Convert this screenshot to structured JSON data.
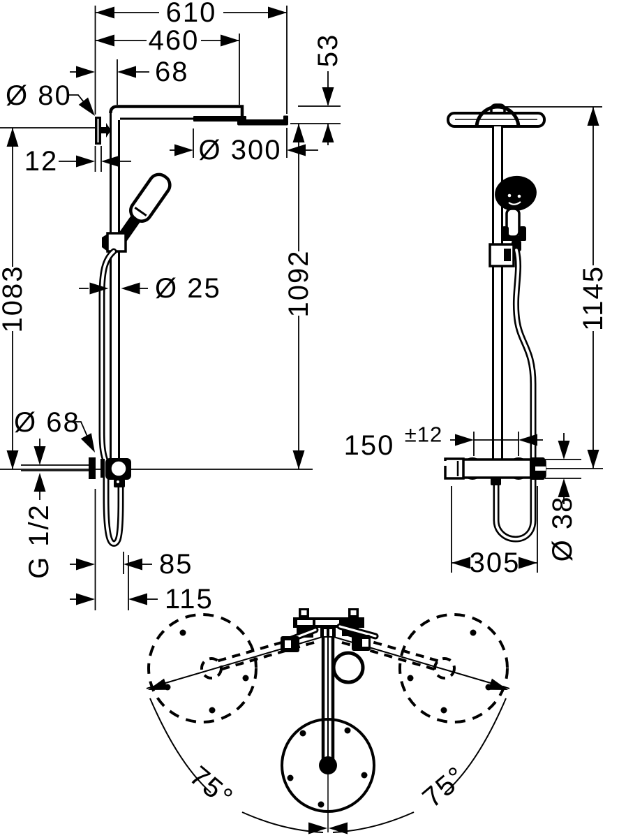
{
  "side_view": {
    "total_width": "610",
    "arm_length": "460",
    "wall_to_pipe": "68",
    "head_height": "53",
    "wall_plate_diameter": "Ø 80",
    "wall_plate_depth": "12",
    "head_diameter": "Ø 300",
    "pipe_diameter": "Ø 25",
    "bracket_height": "1083",
    "head_underside_height": "1092",
    "valve_plate_diameter": "Ø 68",
    "connection_thread": "G 1/2",
    "hose_clearance": "85",
    "valve_clearance": "115"
  },
  "front_view": {
    "total_height": "1145",
    "connection_spacing": "150",
    "connection_tolerance": "±12",
    "valve_body_diameter": "Ø 38",
    "valve_width": "305"
  },
  "top_view": {
    "swivel_left": "75°",
    "swivel_right": "75°"
  },
  "colors": {
    "line": "#000000",
    "background": "#ffffff"
  }
}
